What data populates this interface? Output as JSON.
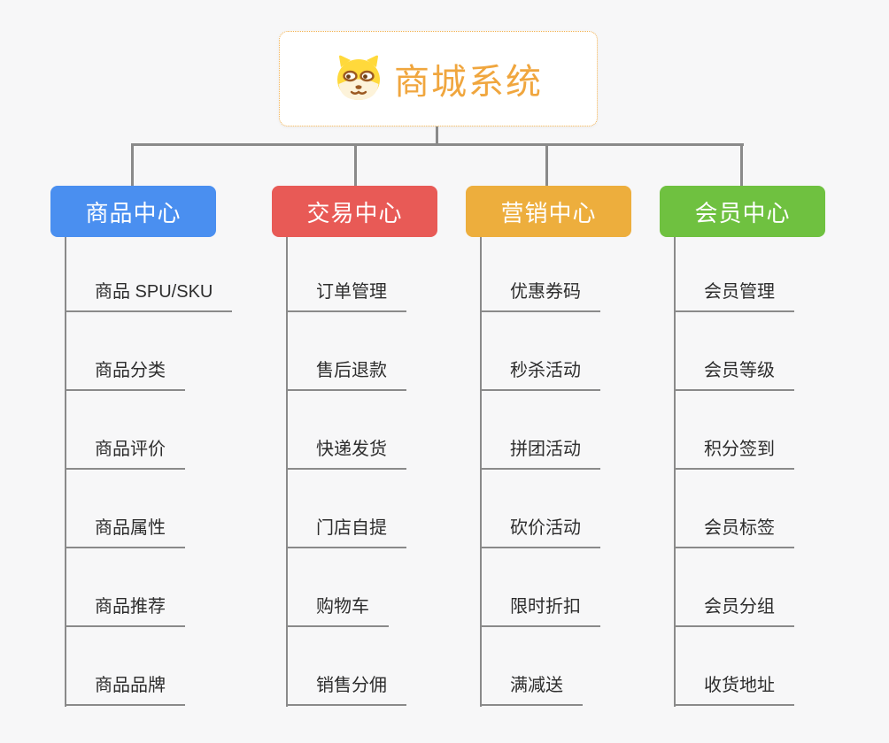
{
  "colors": {
    "page-bg": "#f7f7f8",
    "connector": "#8a8a8a",
    "leaf-text": "#2d2d2d",
    "root-border": "#f2b04d",
    "root-text": "#f0a63e"
  },
  "root": {
    "title": "商城系统",
    "icon": "dog-face-icon"
  },
  "branches": [
    {
      "label": "商品中心",
      "color": "#4a8ff0",
      "children": [
        "商品 SPU/SKU",
        "商品分类",
        "商品评价",
        "商品属性",
        "商品推荐",
        "商品品牌"
      ]
    },
    {
      "label": "交易中心",
      "color": "#e85a56",
      "children": [
        "订单管理",
        "售后退款",
        "快递发货",
        "门店自提",
        "购物车",
        "销售分佣"
      ]
    },
    {
      "label": "营销中心",
      "color": "#edae3d",
      "children": [
        "优惠券码",
        "秒杀活动",
        "拼团活动",
        "砍价活动",
        "限时折扣",
        "满减送"
      ]
    },
    {
      "label": "会员中心",
      "color": "#6fc140",
      "children": [
        "会员管理",
        "会员等级",
        "积分签到",
        "会员标签",
        "会员分组",
        "收货地址"
      ]
    }
  ]
}
